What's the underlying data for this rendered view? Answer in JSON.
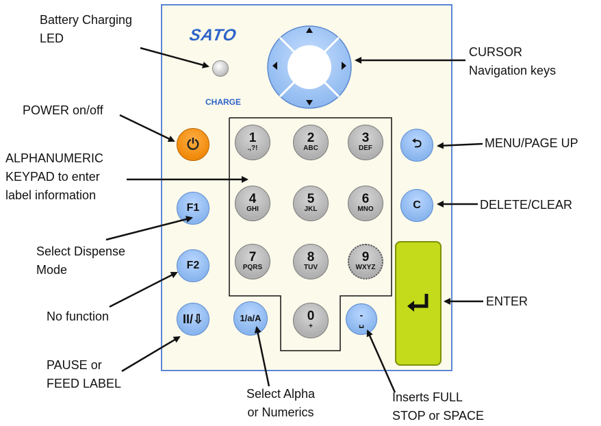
{
  "brand": {
    "logo": "SATO",
    "charge_label": "CHARGE"
  },
  "keys": {
    "power": "⏻",
    "k1": {
      "num": "1",
      "letters": ".,?!"
    },
    "k2": {
      "num": "2",
      "letters": "ABC"
    },
    "k3": {
      "num": "3",
      "letters": "DEF"
    },
    "k4": {
      "num": "4",
      "letters": "GHI"
    },
    "k5": {
      "num": "5",
      "letters": "JKL"
    },
    "k6": {
      "num": "6",
      "letters": "MNO"
    },
    "k7": {
      "num": "7",
      "letters": "PQRS"
    },
    "k8": {
      "num": "8",
      "letters": "TUV"
    },
    "k9": {
      "num": "9",
      "letters": "WXYZ"
    },
    "k0": {
      "num": "0",
      "letters": "+"
    },
    "f1": "F1",
    "f2": "F2",
    "pause": "II/⇩",
    "mode": "1/a/A",
    "dot_top": "-",
    "dot_bottom": "␣",
    "back": "⮌",
    "clear": "C"
  },
  "annotations": {
    "battery_led": "Battery Charging\nLED",
    "power": "POWER on/off",
    "keypad": "ALPHANUMERIC\nKEYPAD to enter\nlabel information",
    "dispense": "Select Dispense\nMode",
    "no_function": "No function",
    "pause": "PAUSE or\nFEED LABEL",
    "alpha": "Select Alpha\nor Numerics",
    "fullstop": "Inserts FULL\nSTOP or SPACE",
    "cursor": "CURSOR\nNavigation keys",
    "menu": "MENU/PAGE UP",
    "delete": "DELETE/CLEAR",
    "enter": "ENTER"
  }
}
